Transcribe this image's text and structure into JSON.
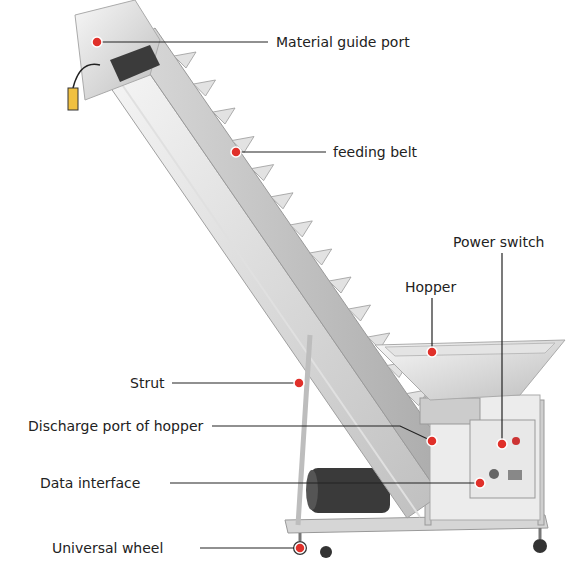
{
  "diagram": {
    "labels": [
      "Material guide port",
      "feeding belt",
      "Power switch",
      "Hopper",
      "Strut",
      "Discharge port of hopper",
      "Data interface",
      "Universal wheel"
    ]
  }
}
